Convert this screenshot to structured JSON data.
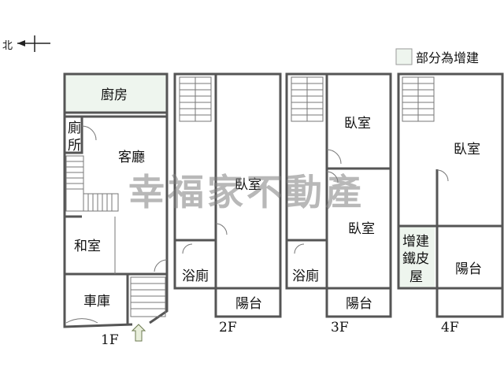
{
  "compass": {
    "north_label": "北"
  },
  "legend": {
    "label": "部分為增建",
    "swatch_color": "#eef5ee"
  },
  "watermark": "幸福家不動產",
  "floors": {
    "f1": {
      "label": "1F",
      "rooms": {
        "kitchen": "廚房",
        "toilet_1": "廁",
        "toilet_2": "所",
        "living": "客廳",
        "tatami": "和室",
        "garage": "車庫"
      }
    },
    "f2": {
      "label": "2F",
      "rooms": {
        "bedroom": "臥室",
        "bath": "浴廁",
        "balcony": "陽台"
      }
    },
    "f3": {
      "label": "3F",
      "rooms": {
        "bedroom_1": "臥室",
        "bedroom_2": "臥室",
        "bath": "浴廁",
        "balcony": "陽台"
      }
    },
    "f4": {
      "label": "4F",
      "rooms": {
        "bedroom": "臥室",
        "shed_1": "增建",
        "shed_2": "鐵皮",
        "shed_3": "屋",
        "balcony": "陽台"
      }
    }
  },
  "colors": {
    "wall": "#555555",
    "addition_fill": "#eef5ee",
    "entry_arrow": "#e9efdc"
  }
}
